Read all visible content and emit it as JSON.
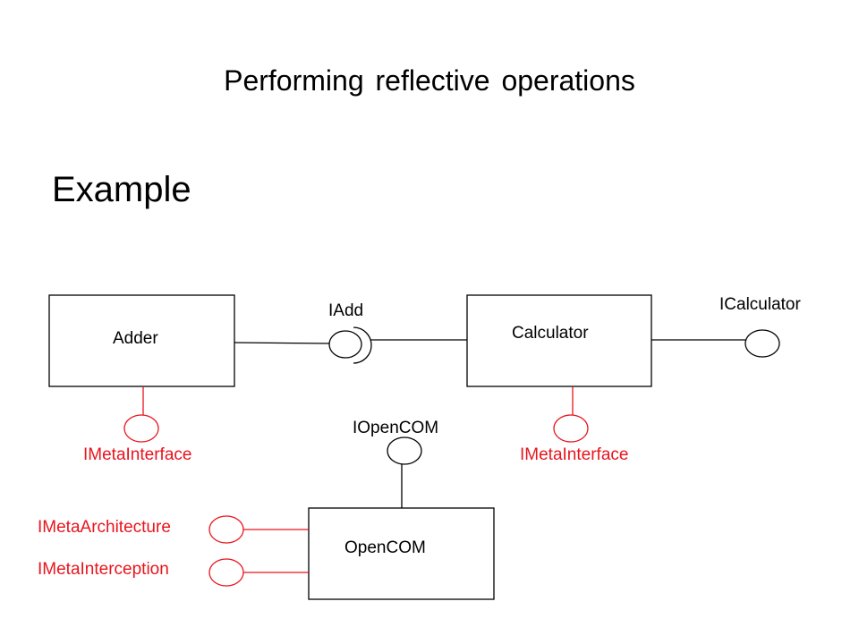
{
  "slide": {
    "title": "Performing reflective operations",
    "heading": "Example"
  },
  "diagram": {
    "components": {
      "adder": "Adder",
      "calculator": "Calculator",
      "opencom": "OpenCOM"
    },
    "interfaces": {
      "iadd": "IAdd",
      "icalculator": "ICalculator",
      "iopencom": "IOpenCOM",
      "adder_meta": "IMetaInterface",
      "calculator_meta": "IMetaInterface",
      "meta_architecture": "IMetaArchitecture",
      "meta_interception": "IMetaInterception"
    },
    "colors": {
      "component": "#000000",
      "meta_interface": "#e8141c"
    }
  }
}
